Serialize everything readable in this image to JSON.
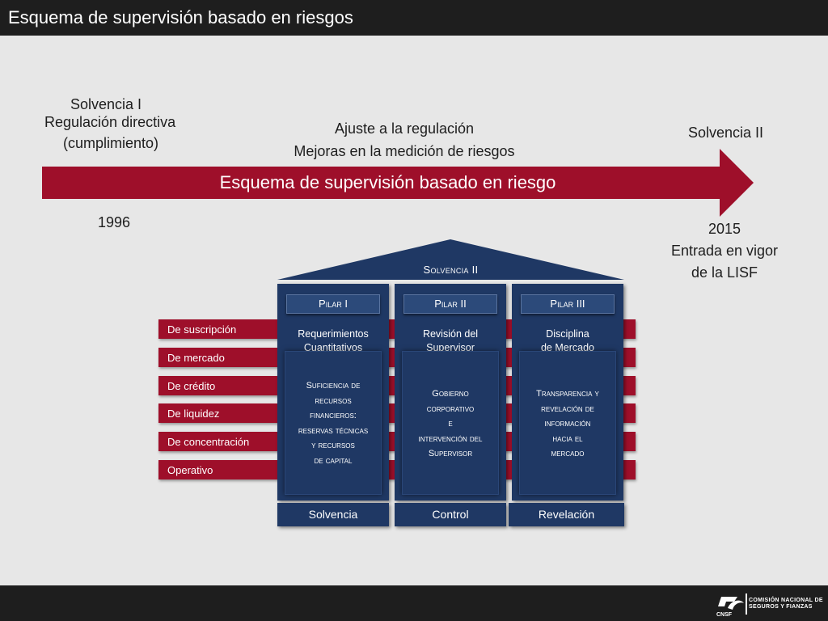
{
  "header": {
    "title": "Esquema de supervisión basado en riesgos"
  },
  "timeline": {
    "left_title": "Solvencia I",
    "left_line1": "Regulación directiva",
    "left_line2": "(cumplimiento)",
    "middle_line1": "Ajuste a la regulación",
    "middle_line2": "Mejoras en la medición de riesgos",
    "right_title": "Solvencia II",
    "arrow_label": "Esquema de supervisión basado en riesgo",
    "start_year": "1996",
    "end_year": "2015",
    "end_line1": "Entrada en vigor",
    "end_line2": "de la LISF"
  },
  "risks": [
    "De suscripción",
    "De mercado",
    "De crédito",
    "De liquidez",
    "De concentración",
    "Operativo"
  ],
  "house": {
    "roof_label": "Solvencia II",
    "pillars": [
      {
        "name": "Pilar I",
        "subtitle": "Requerimientos\nCuantitativos",
        "content": "Suficiencia de\nrecursos\nfinancieros:\nreservas técnicas\ny recursos\nde capital",
        "base": "Solvencia"
      },
      {
        "name": "Pilar II",
        "subtitle": "Revisión del\nSupervisor",
        "content": "Gobierno\ncorporativo\ne\nintervención del\nSupervisor",
        "base": "Control"
      },
      {
        "name": "Pilar III",
        "subtitle": "Disciplina\nde Mercado",
        "content": "Transparencia y\nrevelación de\ninformación\nhacia el\nmercado",
        "base": "Revelación"
      }
    ]
  },
  "footer": {
    "logo_text": "COMISIÓN NACIONAL DE SEGUROS Y FIANZAS",
    "logo_abbr": "CNSF"
  },
  "colors": {
    "accent_red": "#9e0f2a",
    "navy": "#1f3864",
    "dark": "#1e1e1e"
  }
}
